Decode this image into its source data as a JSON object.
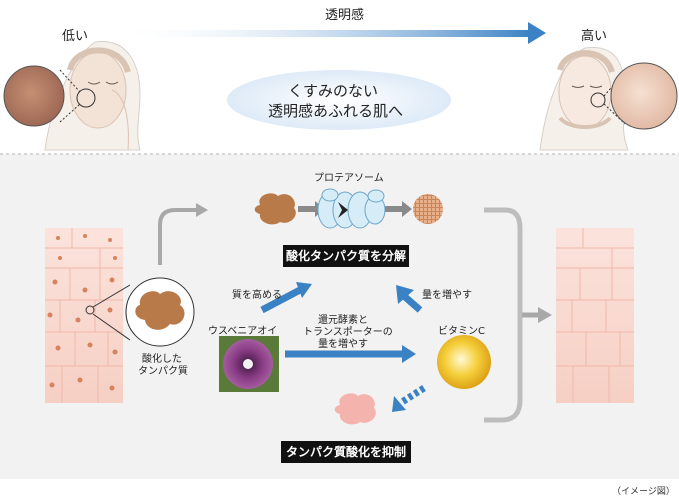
{
  "header": {
    "low_label": "低い",
    "high_label": "高い",
    "arrow_label": "透明感"
  },
  "bubble": {
    "line1": "くすみのない",
    "line2": "透明感あふれる肌へ"
  },
  "diagram": {
    "proteasome_label": "プロテアソーム",
    "decompose_box": "酸化タンパク質を分解",
    "oxidized_protein_label_1": "酸化した",
    "oxidized_protein_label_2": "タンパク質",
    "increase_quality": "質を高める",
    "increase_amount": "量を増やす",
    "ingredient_left": "ウスベニアオイ",
    "ingredient_right": "ビタミンC",
    "center_line1": "還元酵素と",
    "center_line2": "トランスポーターの",
    "center_line3": "量を増やす",
    "suppress_box": "タンパク質酸化を抑制"
  },
  "footnote": "（イメージ図）",
  "colors": {
    "arrow_blue": "#3b82c4",
    "gray_arrow": "#a8a8a8",
    "black_box": "#111111",
    "oxidized_brown": "#b97a4a"
  }
}
